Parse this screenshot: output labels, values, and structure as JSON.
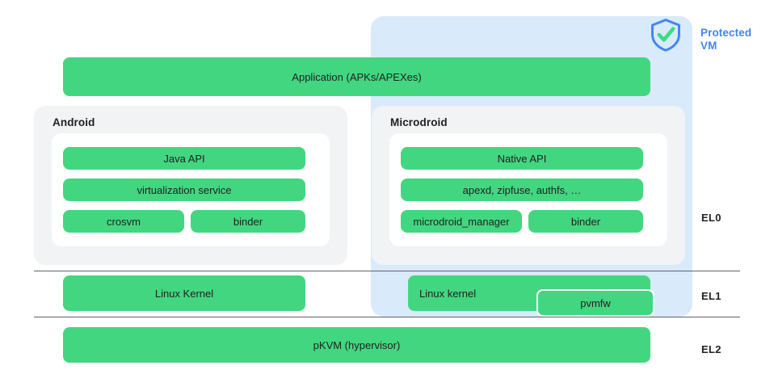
{
  "diagram": {
    "title": "Android Virtualization / pKVM architecture stack",
    "colors": {
      "green": "#43D680",
      "protected_vm_blue": "#D9EAFB",
      "accent_blue": "#4285F4",
      "panel_grey": "#F1F3F4",
      "text_dark": "#202124",
      "divider": "#5F6368"
    }
  },
  "protected_vm": {
    "label_line1": "Protected",
    "label_line2": "VM",
    "shield_icon_name": "shield-check-icon"
  },
  "application_bar": {
    "label": "Application (APKs/APEXes)"
  },
  "columns": [
    {
      "title": "Android",
      "rows": [
        {
          "label": "Java API"
        },
        {
          "label": "virtualization service"
        },
        {
          "label": "crosvm"
        },
        {
          "label": "binder"
        }
      ]
    },
    {
      "title": "Microdroid",
      "rows": [
        {
          "label": "Native API"
        },
        {
          "label": "apexd, zipfuse, authfs, …"
        },
        {
          "label": "microdroid_manager"
        },
        {
          "label": "binder"
        }
      ]
    }
  ],
  "el1_row": {
    "android_kernel": "Linux Kernel",
    "microdroid_kernel": "Linux kernel",
    "pvmfw": "pvmfw"
  },
  "el2_row": {
    "hypervisor": "pKVM (hypervisor)"
  },
  "exception_levels": {
    "el0": "EL0",
    "el1": "EL1",
    "el2": "EL2"
  }
}
